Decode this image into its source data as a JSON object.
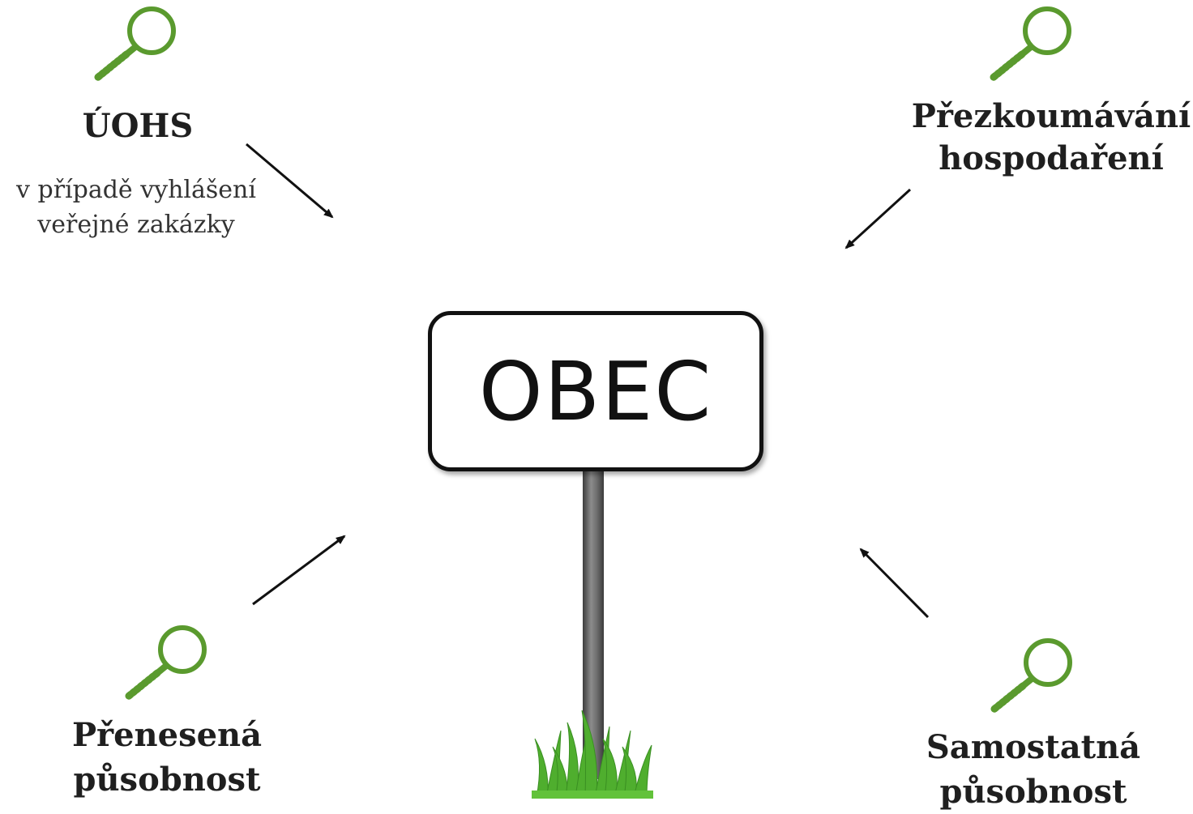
{
  "center": {
    "sign_text": "OBEC"
  },
  "top_left": {
    "title": "ÚOHS",
    "note_lines": [
      "v případě vyhlášení",
      "veřejné zakázky"
    ],
    "icon": "magnifier-icon"
  },
  "top_right": {
    "title_lines": [
      "Přezkoumávání",
      "hospodaření"
    ],
    "icon": "magnifier-icon"
  },
  "bottom_left": {
    "title_lines": [
      "Přenesená",
      "působnost"
    ],
    "icon": "magnifier-icon"
  },
  "bottom_right": {
    "title_lines": [
      "Samostatná",
      "působnost"
    ],
    "icon": "magnifier-icon"
  },
  "colors": {
    "icon_green": "#5a9a2e",
    "arrow": "#111111",
    "text": "#1f1f1f"
  }
}
